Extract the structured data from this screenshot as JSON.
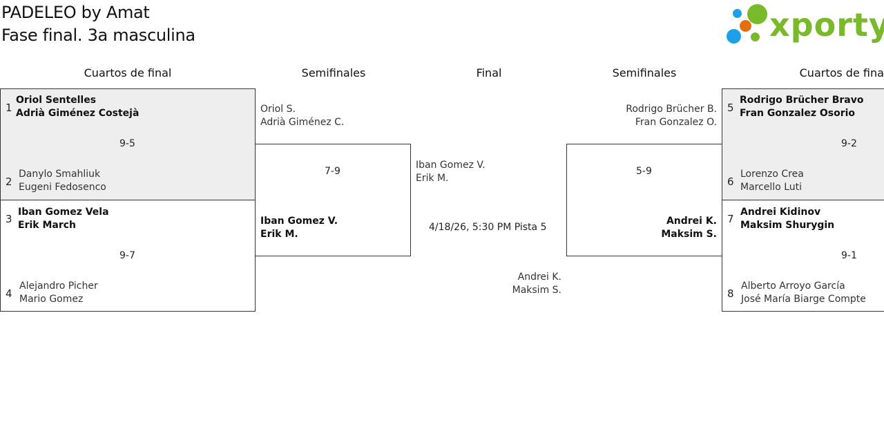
{
  "header": {
    "title": "PADELEO by Amat",
    "subtitle": "Fase final. 3a masculina"
  },
  "logo": {
    "name": "xporty",
    "colors": {
      "green": "#7ab929",
      "blue": "#1ea0e6",
      "orange": "#e36f12"
    }
  },
  "rounds": {
    "left_quarter": "Cuartos de final",
    "left_semi": "Semifinales",
    "final": "Final",
    "right_semi": "Semifinales",
    "right_quarter": "Cuartos de final"
  },
  "quarterfinals": [
    {
      "score": "9-5",
      "team_a": {
        "seed": "1",
        "p1": "Oriol Sentelles",
        "p2": "Adrià Giménez Costejà",
        "winner": true
      },
      "team_b": {
        "seed": "2",
        "p1": "Danylo Smahliuk",
        "p2": "Eugeni Fedosenco",
        "winner": false
      }
    },
    {
      "score": "9-7",
      "team_a": {
        "seed": "3",
        "p1": "Iban Gomez Vela",
        "p2": "Erik March",
        "winner": true
      },
      "team_b": {
        "seed": "4",
        "p1": "Alejandro Picher",
        "p2": "Mario Gomez",
        "winner": false
      }
    },
    {
      "score": "9-2",
      "team_a": {
        "seed": "5",
        "p1": "Rodrigo Brücher Bravo",
        "p2": "Fran Gonzalez Osorio",
        "winner": true
      },
      "team_b": {
        "seed": "6",
        "p1": "Lorenzo Crea",
        "p2": "Marcello Luti",
        "winner": false
      }
    },
    {
      "score": "9-1",
      "team_a": {
        "seed": "7",
        "p1": "Andrei Kidinov",
        "p2": "Maksim Shurygin",
        "winner": true
      },
      "team_b": {
        "seed": "8",
        "p1": "Alberto Arroyo García",
        "p2": "José María Biarge Compte",
        "winner": false
      }
    }
  ],
  "semifinals": [
    {
      "score": "7-9",
      "team_a": {
        "p1": "Oriol S.",
        "p2": "Adrià Giménez C.",
        "winner": false
      },
      "team_b": {
        "p1": "Iban Gomez V.",
        "p2": "Erik M.",
        "winner": true
      }
    },
    {
      "score": "5-9",
      "team_a": {
        "p1": "Rodrigo Brücher B.",
        "p2": "Fran Gonzalez O.",
        "winner": false
      },
      "team_b": {
        "p1": "Andrei K.",
        "p2": "Maksim S.",
        "winner": true
      }
    }
  ],
  "final": {
    "team_a": {
      "p1": "Iban Gomez V.",
      "p2": "Erik M."
    },
    "team_b": {
      "p1": "Andrei K.",
      "p2": "Maksim S."
    },
    "schedule": "4/18/26, 5:30 PM Pista 5"
  }
}
